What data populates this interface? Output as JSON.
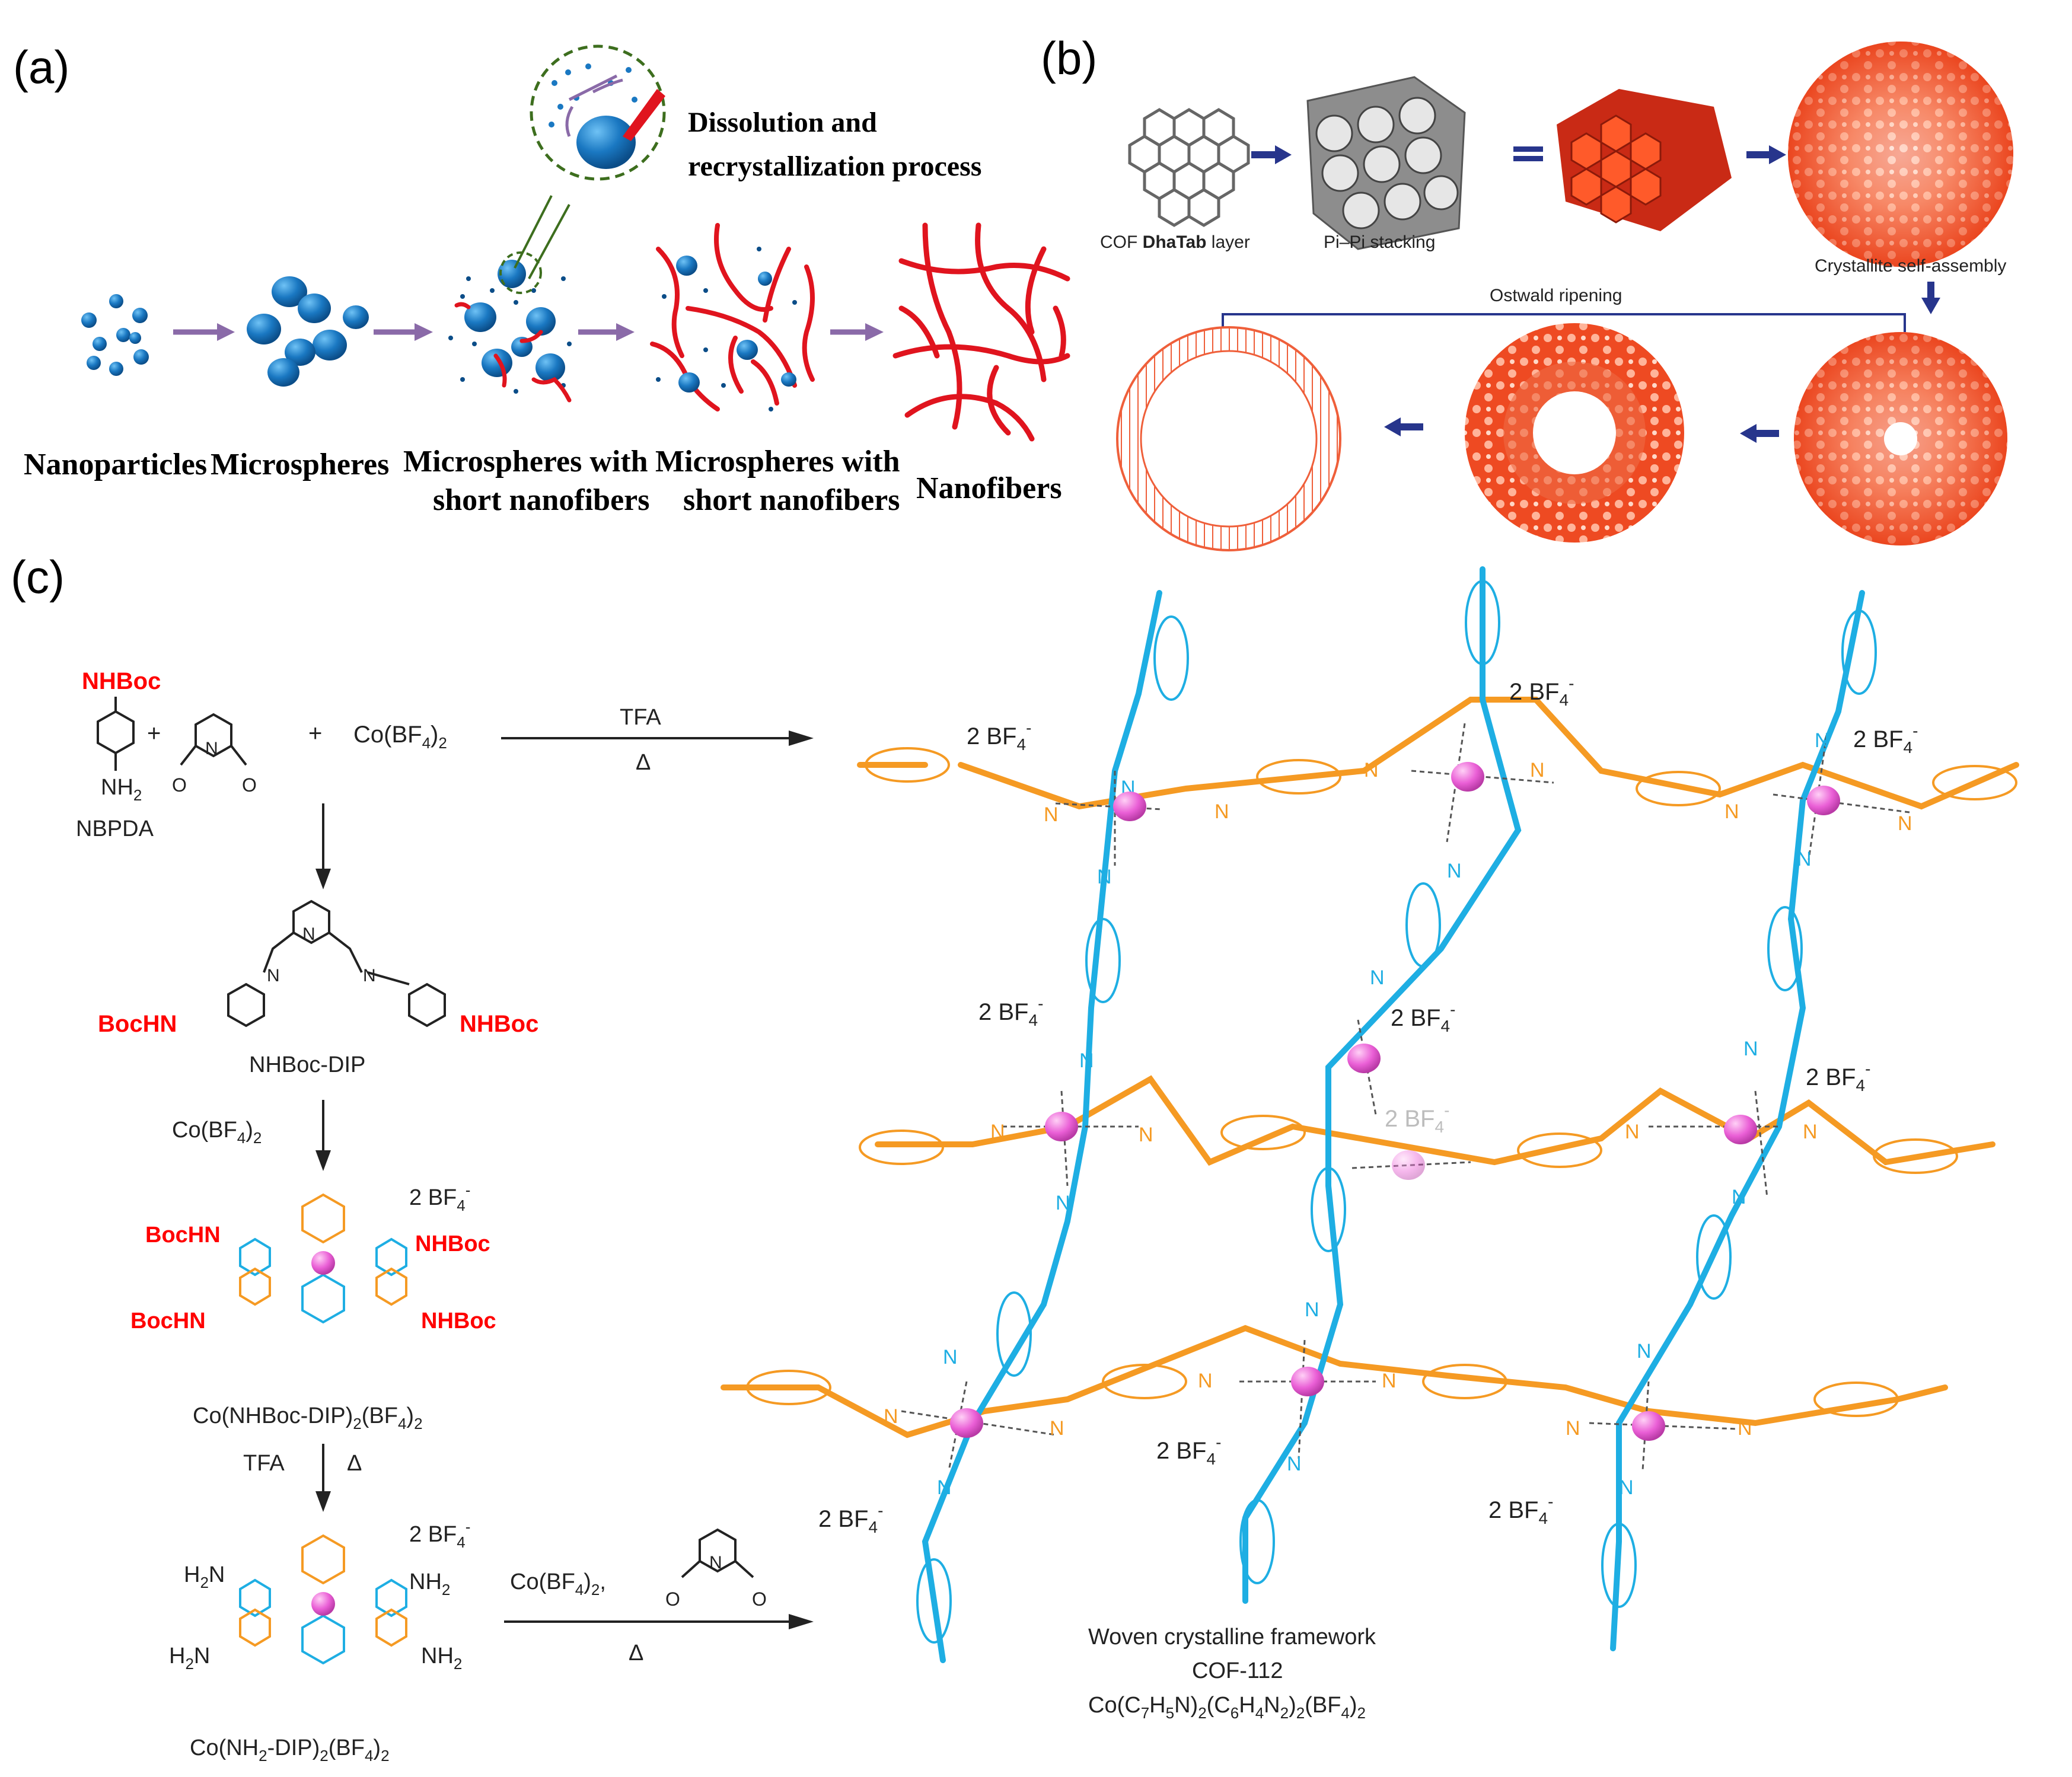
{
  "colors": {
    "blue_particle": "#1a78c2",
    "red_fiber": "#e0141e",
    "arrow_purple": "#8a6aa8",
    "circle_dash_green": "#3d6e1e",
    "cof_red": "#ee4a22",
    "cof_navy": "#27358c",
    "ligand_orange": "#f59a23",
    "ligand_cyan": "#1eaee3",
    "cobalt_pink": "#ea5fd6",
    "bochn_red": "#ff0000"
  },
  "panel_a": {
    "label": "(a)",
    "callout_line1": "Dissolution and",
    "callout_line2": "recrystallization process",
    "stages": [
      {
        "line1": "Nanoparticles",
        "line2": ""
      },
      {
        "line1": "Microspheres",
        "line2": ""
      },
      {
        "line1": "Microspheres with",
        "line2": "short nanofibers"
      },
      {
        "line1": "Microspheres with",
        "line2": "short nanofibers"
      },
      {
        "line1": "Nanofibers",
        "line2": ""
      }
    ]
  },
  "panel_b": {
    "label": "(b)",
    "cof_prefix": "COF ",
    "cof_bold": "DhaTab",
    "cof_suffix": " layer",
    "stacking": "Pi–Pi stacking",
    "self_assembly": "Crystallite self-assembly",
    "ripening": "Ostwald ripening"
  },
  "panel_c": {
    "label": "(c)",
    "nhboc": "NHBoc",
    "bochn": "BocHN",
    "nh2": "NH",
    "h2n": "H",
    "nbpda": "NBPDA",
    "plus": "+",
    "co_bf4": "Co(BF",
    "sub4": "4",
    "close2": ")",
    "sub2": "2",
    "tfa": "TFA",
    "delta": "Δ",
    "nhboc_dip": "NHBoc-DIP",
    "two_bf4": "2 BF",
    "minus": "-",
    "co_nhboc_dip": "Co(NHBoc-DIP)",
    "co_nh2_dip": "Co(NH",
    "dip_rest": "-DIP)",
    "bf4_tail": "(BF",
    "n_atom": "N",
    "o_atom": "O",
    "comma": ",",
    "framework_line1": "Woven crystalline framework",
    "framework_line2": "COF-112",
    "formula_parts": [
      "Co(C",
      "7",
      "H",
      "5",
      "N)",
      "2",
      "(C",
      "6",
      "H",
      "4",
      "N",
      "2",
      ")",
      "2",
      "(BF",
      "4",
      ")",
      "2"
    ]
  }
}
